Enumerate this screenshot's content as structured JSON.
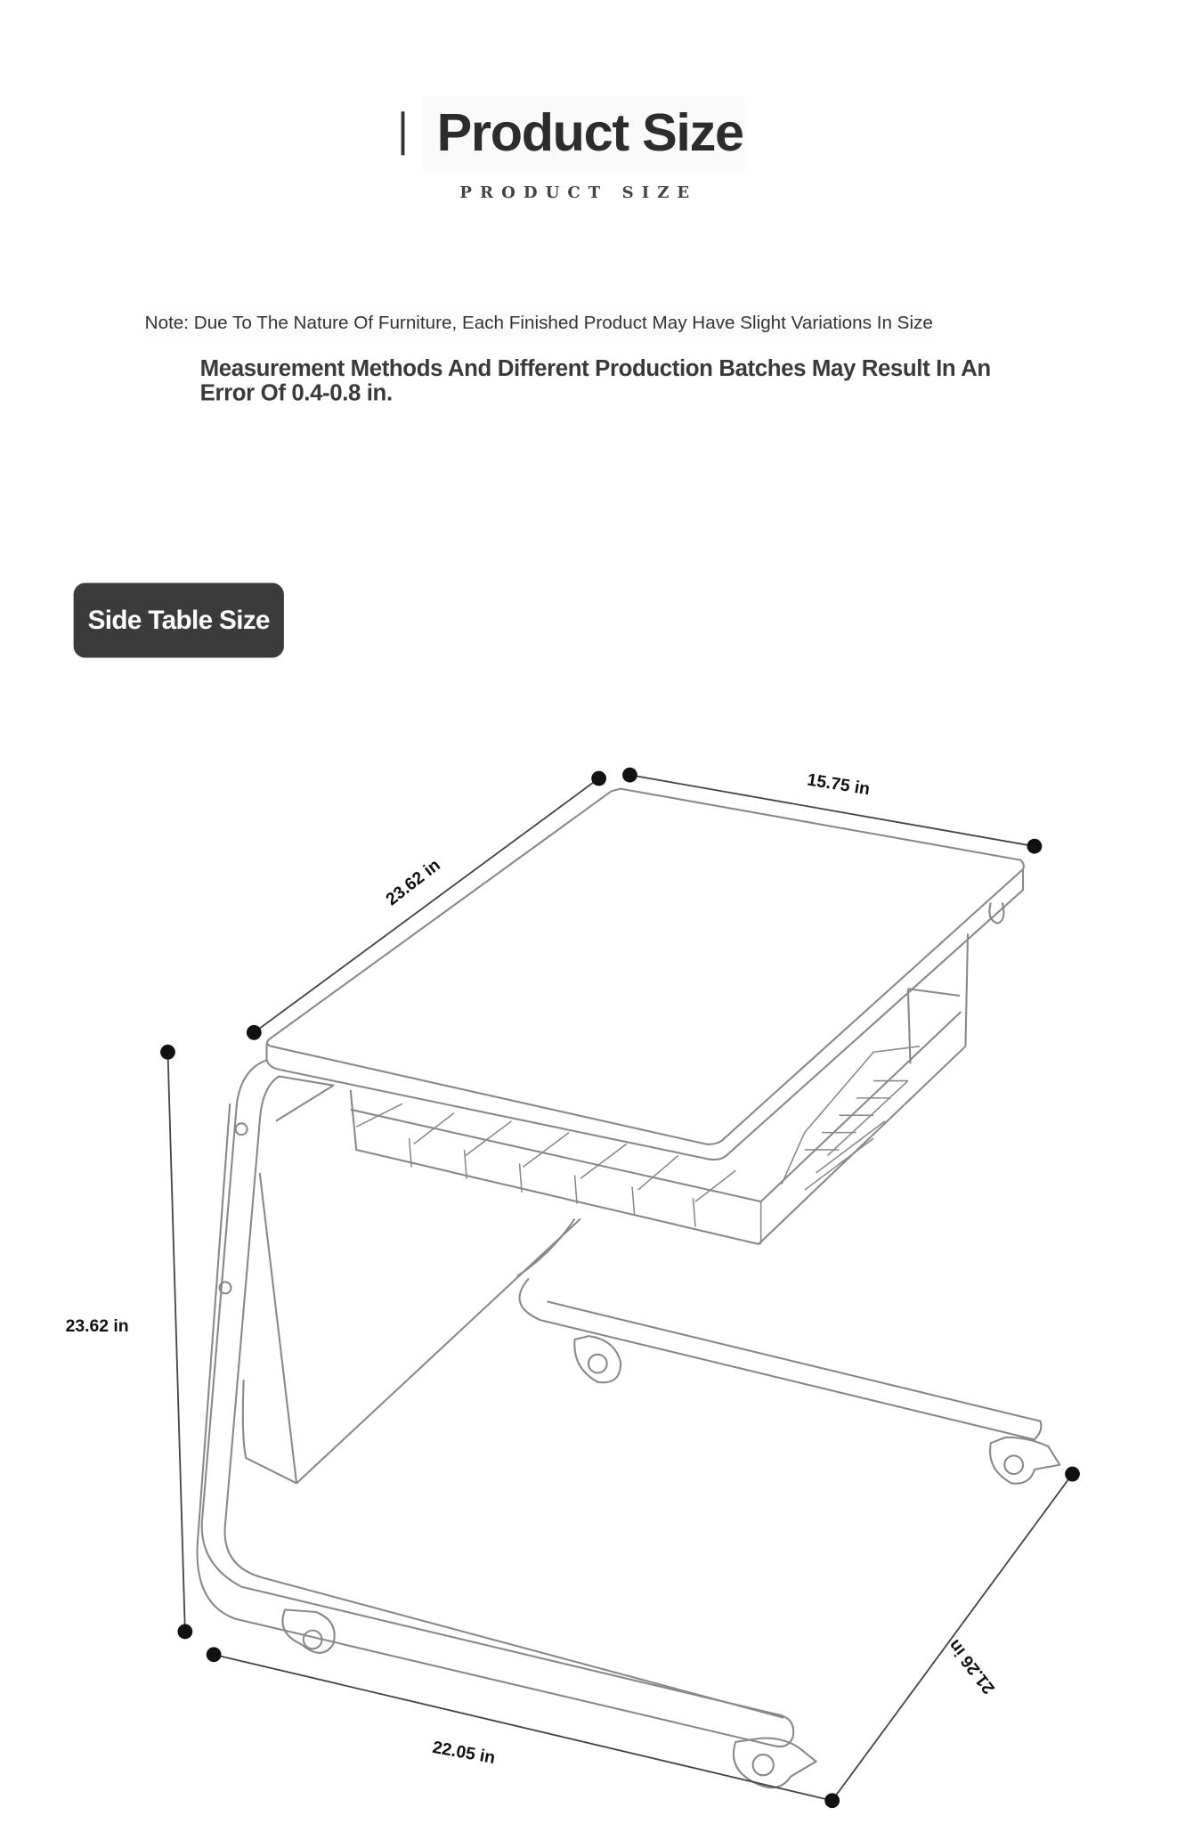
{
  "header": {
    "title": "Product Size",
    "subtitle": "PRODUCT SIZE"
  },
  "notes": {
    "line1": "Note: Due To The Nature Of Furniture, Each Finished Product May Have Slight Variations In Size",
    "line2": "Measurement Methods And Different Production Batches May Result In An Error Of 0.4-0.8 in."
  },
  "section": {
    "badge": "Side Table Size"
  },
  "dimensions": {
    "width": "15.75 in",
    "length": "23.62 in",
    "height": "23.62 in",
    "base_depth": "21.26 in",
    "base_length": "22.05 in"
  }
}
